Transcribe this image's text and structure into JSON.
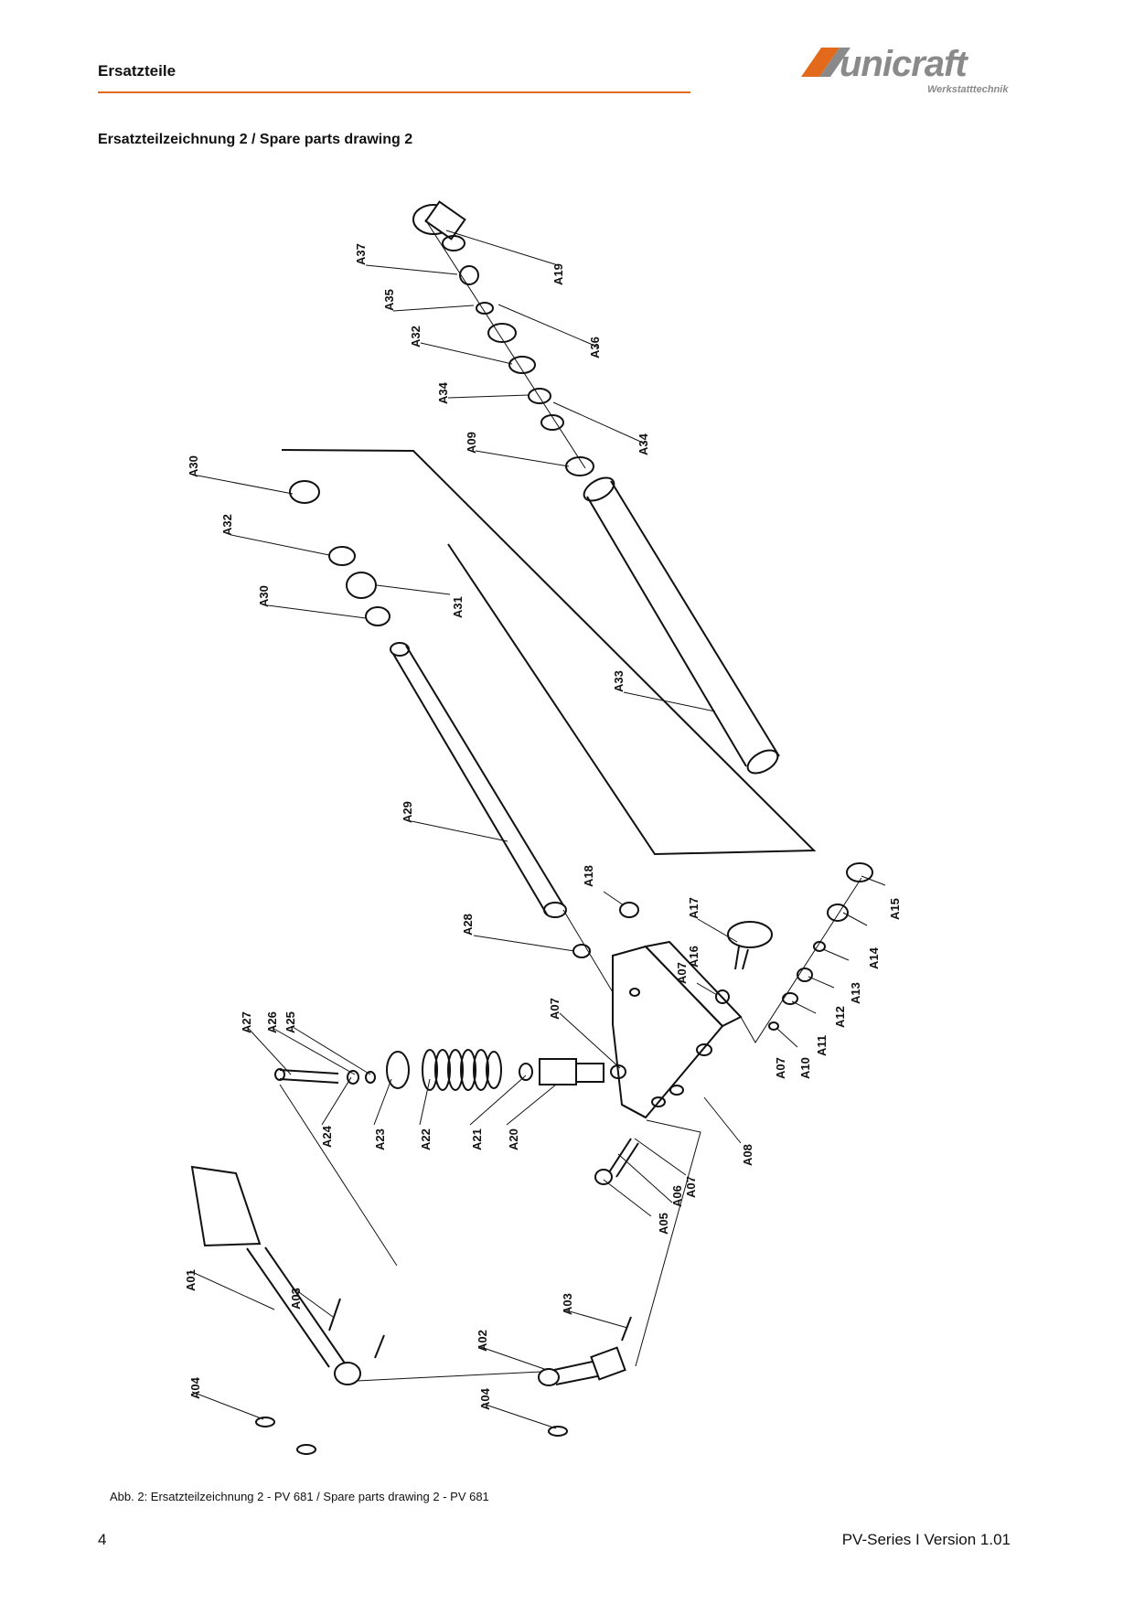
{
  "header": {
    "section_title": "Ersatzteile",
    "logo_text": "unicraft",
    "logo_sub": "Werkstatttechnik",
    "accent_color": "#e36a1b"
  },
  "drawing": {
    "title": "Ersatzteilzeichnung 2 / Spare parts drawing 2",
    "labels": [
      "A37",
      "A19",
      "A35",
      "A36",
      "A32",
      "A34",
      "A34",
      "A09",
      "A30",
      "A32",
      "A31",
      "A30",
      "A33",
      "A29",
      "A18",
      "A17",
      "A16",
      "A07",
      "A15",
      "A14",
      "A13",
      "A12",
      "A11",
      "A10",
      "A07",
      "A28",
      "A07",
      "A27",
      "A26",
      "A25",
      "A24",
      "A23",
      "A22",
      "A21",
      "A20",
      "A08",
      "A07",
      "A06",
      "A05",
      "A01",
      "A03",
      "A03",
      "A02",
      "A04",
      "A04"
    ]
  },
  "footer": {
    "caption": "Abb. 2: Ersatzteilzeichnung 2 - PV 681 / Spare parts drawing 2 - PV 681",
    "page_number": "4",
    "version": "PV-Series I Version 1.01"
  }
}
